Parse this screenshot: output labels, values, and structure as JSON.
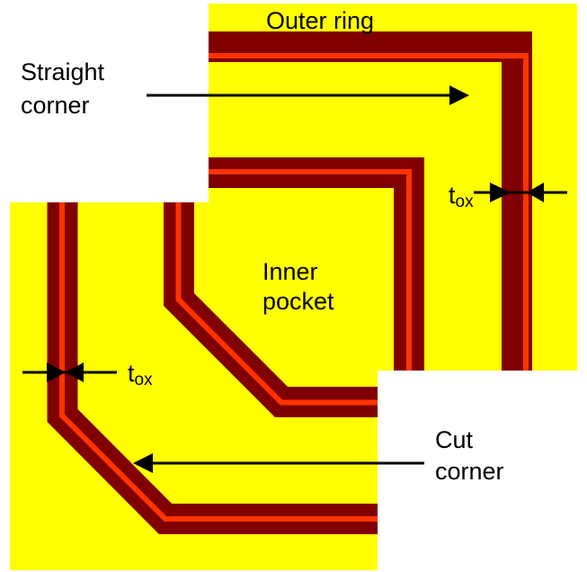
{
  "colors": {
    "background": "#ffffff",
    "substrate": "#ffff00",
    "oxide_dark": "#800000",
    "oxide_core": "#ff3300",
    "annotation": "#000000"
  },
  "panels": [
    {
      "name": "straight-corner-panel",
      "corner_style": "straight"
    },
    {
      "name": "cut-corner-panel",
      "corner_style": "cut"
    }
  ],
  "labels": {
    "outer_ring": "Outer ring",
    "straight_corner_line1": "Straight",
    "straight_corner_line2": "corner",
    "inner_pocket_line1": "Inner",
    "inner_pocket_line2": "pocket",
    "cut_corner_line1": "Cut",
    "cut_corner_line2": "corner",
    "tox_main": "t",
    "tox_sub": "ox"
  }
}
